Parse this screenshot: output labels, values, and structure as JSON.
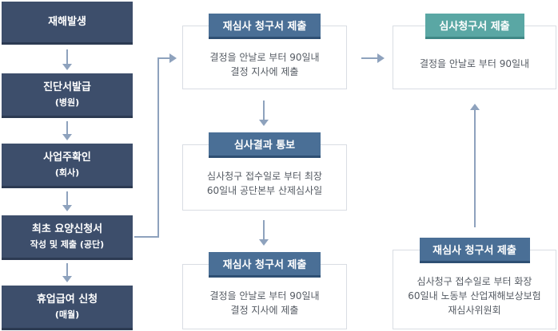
{
  "left_steps": [
    {
      "title": "재해발생",
      "sub": ""
    },
    {
      "title": "진단서발급",
      "sub": "(병원)"
    },
    {
      "title": "사업주확인",
      "sub": "(회사)"
    },
    {
      "title": "최초 요양신청서",
      "sub": "작성 및 제출 (공단)"
    },
    {
      "title": "휴업급여 신청",
      "sub": "(매월)"
    }
  ],
  "middle_cards": [
    {
      "header": "재심사 청구서 제출",
      "lines": [
        "결정을 안날로 부터 90일내",
        "결정 지사에 제출"
      ]
    },
    {
      "header": "심사결과 통보",
      "lines": [
        "심사청구 접수일로 부터 최장",
        "60일내 공단본부 산제심사일"
      ]
    },
    {
      "header": "재심사 청구서 제출",
      "lines": [
        "결정을 안날로 부터 90일내",
        "결정 지사에 제출"
      ]
    }
  ],
  "right_cards": [
    {
      "header": "심사청구서 제출",
      "lines": [
        "결정을 안날로 부터 90일내"
      ]
    },
    {
      "header": "재심사 청구서 제출",
      "lines": [
        "심사청구 접수일로 부터 화장",
        "60일내 노동부 산업재해보상보험",
        "재심사위원회"
      ]
    }
  ],
  "colors": {
    "step_bg": "#3d4e6b",
    "header_blue": "#4a6f96",
    "header_teal": "#5aa7a4",
    "arrow": "#8ea2bd",
    "border": "#d9dde3"
  }
}
